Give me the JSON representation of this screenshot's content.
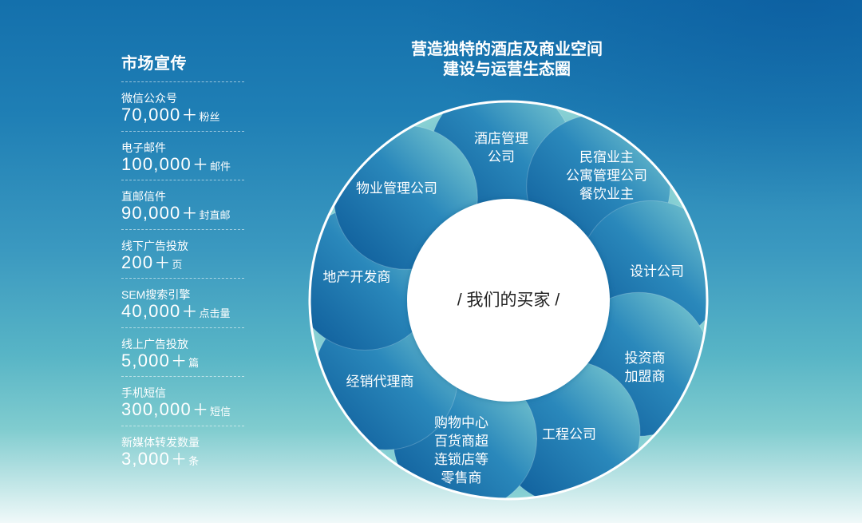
{
  "marketing": {
    "title": "市场宣传",
    "plus": "＋",
    "items": [
      {
        "label": "微信公众号",
        "value": "70,000",
        "unit": "粉丝"
      },
      {
        "label": "电子邮件",
        "value": "100,000",
        "unit": "邮件"
      },
      {
        "label": "直邮信件",
        "value": "90,000",
        "unit": "封直邮"
      },
      {
        "label": "线下广告投放",
        "value": "200",
        "unit": "页"
      },
      {
        "label": "SEM搜索引擎",
        "value": "40,000",
        "unit": "点击量"
      },
      {
        "label": "线上广告投放",
        "value": "5,000",
        "unit": "篇"
      },
      {
        "label": "手机短信",
        "value": "300,000",
        "unit": "短信"
      },
      {
        "label": "新媒体转发数量",
        "value": "3,000",
        "unit": "条"
      }
    ]
  },
  "ecosystem": {
    "title_lines": [
      "营造独特的酒店及商业空间",
      "建设与运营生态圈"
    ],
    "center_label": "/ 我们的买家 /",
    "segments": [
      {
        "lines": [
          "酒店管理",
          "公司"
        ]
      },
      {
        "lines": [
          "民宿业主",
          "公寓管理公司",
          "餐饮业主"
        ]
      },
      {
        "lines": [
          "设计公司"
        ]
      },
      {
        "lines": [
          "投资商",
          "加盟商"
        ]
      },
      {
        "lines": [
          "工程公司"
        ]
      },
      {
        "lines": [
          "购物中心",
          "百货商超",
          "连锁店等",
          "零售商"
        ]
      },
      {
        "lines": [
          "经销代理商"
        ]
      },
      {
        "lines": [
          "地产开发商"
        ]
      },
      {
        "lines": [
          "物业管理公司"
        ]
      }
    ]
  },
  "colors": {
    "background_top": "#1470ac",
    "background_bottom": "#f0f9f9",
    "petal_dark": "#0b5796",
    "petal_mid": "#2a88bb",
    "petal_light": "#86d2d3",
    "ring_inner": "#3d9cc3",
    "ring_outer": "#8ad2d4",
    "ring_border": "#ffffff",
    "center_fill": "#ffffff",
    "center_text": "#222222",
    "text": "#ffffff"
  }
}
